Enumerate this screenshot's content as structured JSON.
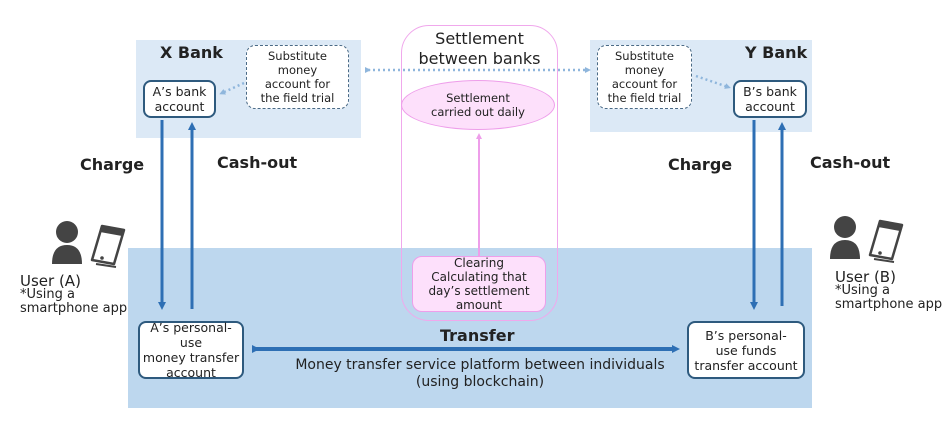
{
  "banks": {
    "x": {
      "title": "X Bank",
      "account_lines": [
        "A’s bank",
        "account"
      ],
      "substitute_lines": [
        "Substitute",
        "money",
        "account for",
        "the field trial"
      ]
    },
    "y": {
      "title": "Y Bank",
      "account_lines": [
        "B’s bank",
        "account"
      ],
      "substitute_lines": [
        "Substitute",
        "money",
        "account for",
        "the field trial"
      ]
    }
  },
  "settlement": {
    "title_lines": [
      "Settlement",
      "between banks"
    ],
    "daily_lines": [
      "Settlement",
      "carried out daily"
    ],
    "clearing_lines": [
      "Clearing",
      "Calculating that",
      "day’s settlement",
      "amount"
    ]
  },
  "flows": {
    "left": {
      "charge": "Charge",
      "cashout": "Cash-out"
    },
    "right": {
      "charge": "Charge",
      "cashout": "Cash-out"
    },
    "transfer": "Transfer"
  },
  "users": {
    "a": {
      "name": "User (A)",
      "note_lines": [
        "*Using a",
        "smartphone app"
      ],
      "icon": "person-icon",
      "device_icon": "smartphone-icon"
    },
    "b": {
      "name": "User (B)",
      "note_lines": [
        "*Using a",
        "smartphone app"
      ],
      "icon": "person-icon",
      "device_icon": "smartphone-icon"
    }
  },
  "platform": {
    "a_account_lines": [
      "A’s personal-use",
      "money transfer",
      "account"
    ],
    "b_account_lines": [
      "B’s personal-",
      "use funds",
      "transfer account"
    ],
    "caption_lines": [
      "Money transfer service platform between individuals",
      "(using blockchain)"
    ]
  },
  "colors": {
    "bank_area": "#dce9f6",
    "platform_area": "#bdd7ee",
    "arrow_blue": "#2e6fb4",
    "dotted_blue": "#8fb6dc",
    "settlement_pink": "#f0a8ec",
    "settlement_fill": "#fde0fb",
    "box_border": "#2e5a7e"
  }
}
